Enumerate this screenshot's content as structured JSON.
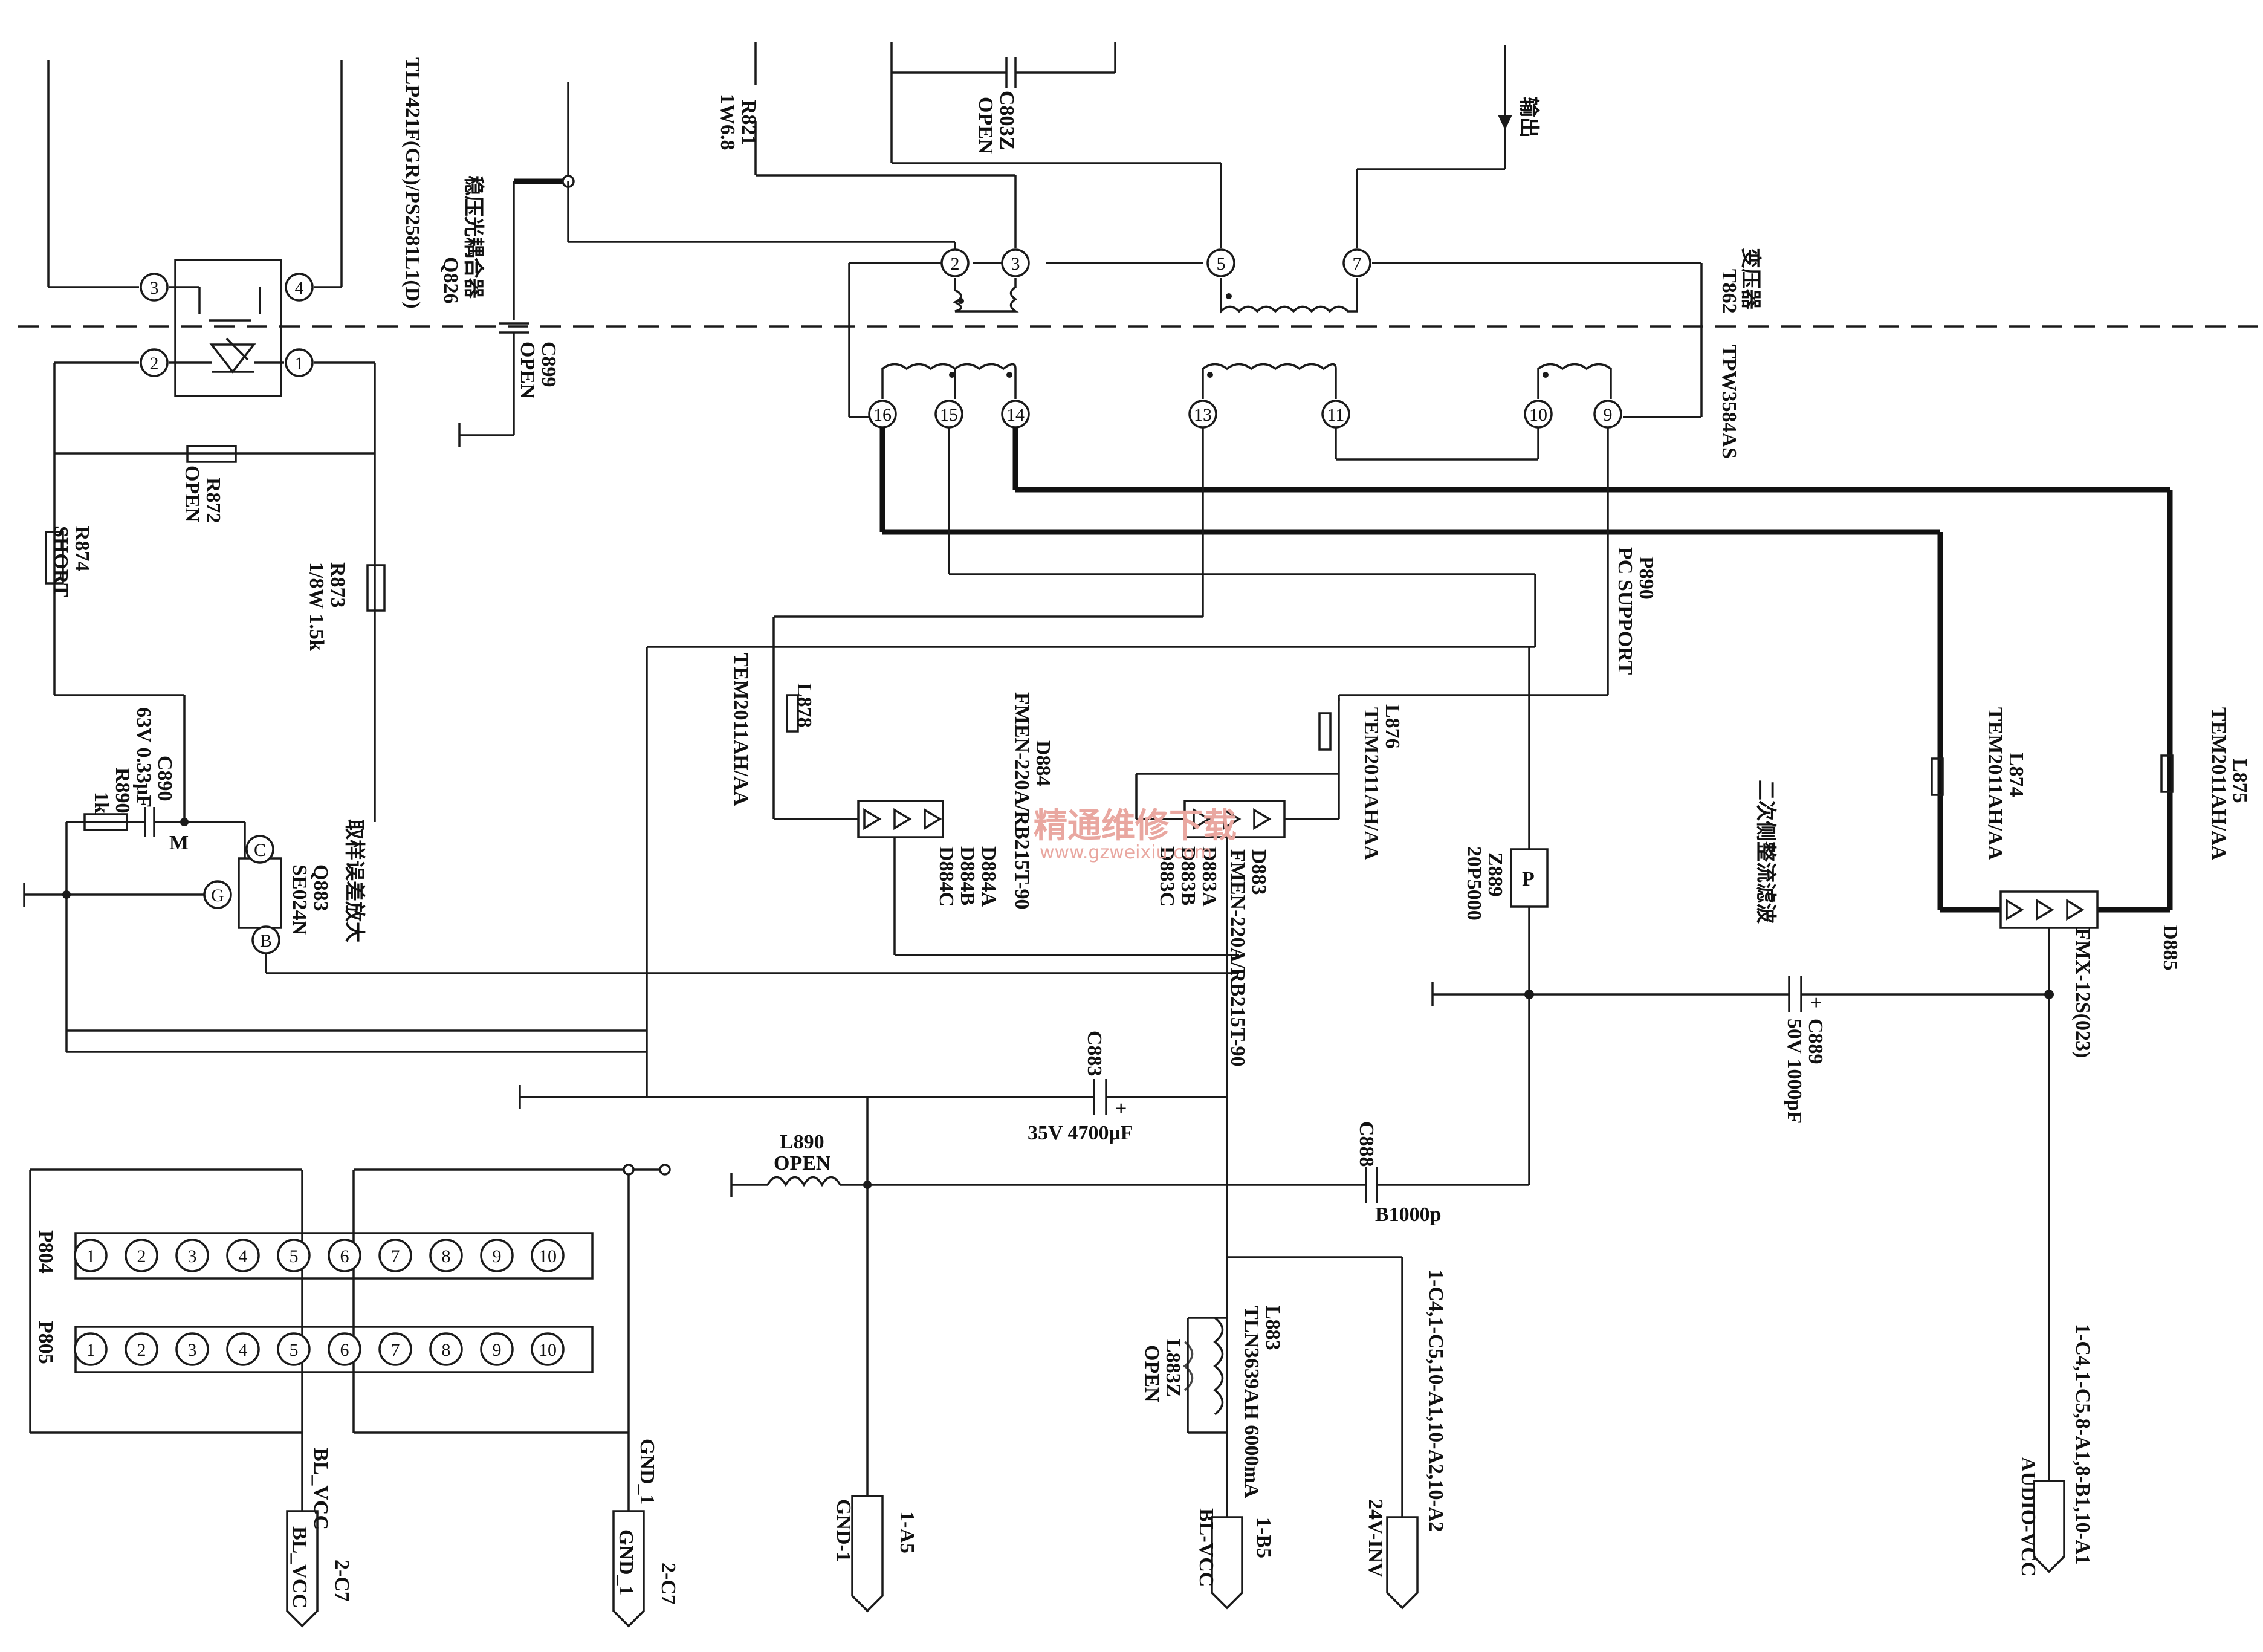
{
  "transformer": {
    "ref": "T862",
    "name_cn": "变压器",
    "part": "TPW3584AS",
    "primary_pins": [
      "2",
      "3",
      "5",
      "7"
    ],
    "secondary_pins": [
      "16",
      "15",
      "14",
      "13",
      "11",
      "10",
      "9"
    ]
  },
  "output_label": "输出",
  "optocoupler": {
    "part": "TLP421F(GR)/PS2581L1(D)",
    "ref": "Q826",
    "name_cn": "稳压光耦合器",
    "pins": [
      "3",
      "4",
      "2",
      "1"
    ]
  },
  "components": {
    "r821": {
      "ref": "R821",
      "value": "1W6.8"
    },
    "c803z": {
      "ref": "C803Z",
      "value": "OPEN"
    },
    "c899": {
      "ref": "C899",
      "value": "OPEN"
    },
    "r872": {
      "ref": "R872",
      "value": "OPEN"
    },
    "r874": {
      "ref": "R874",
      "value": "SHORT"
    },
    "r873": {
      "ref": "R873",
      "value": "1/8W 1.5k"
    },
    "c890": {
      "ref": "C890",
      "value": "63V 0.33μF"
    },
    "r890": {
      "ref": "R890",
      "value": "1k"
    },
    "q883": {
      "ref": "Q883",
      "part": "SE024N",
      "pins": [
        "C",
        "G",
        "B"
      ],
      "pin_m": "M"
    },
    "sampling_label": "取样误差放大",
    "p890": {
      "ref": "P890",
      "value": "PC SUPPORT"
    },
    "l878": {
      "ref": "L878",
      "part": "TEM2011AH/AA"
    },
    "l876": {
      "ref": "L876",
      "part": "TEM2011AH/AA"
    },
    "l874": {
      "ref": "L874",
      "part": "TEM2011AH/AA"
    },
    "l875": {
      "ref": "L875",
      "part": "TEM2011AH/AA"
    },
    "d884": {
      "ref": "D884",
      "part": "FMEN-220A/RB215T-90",
      "subs": [
        "D884A",
        "D884B",
        "D884C"
      ]
    },
    "d883": {
      "ref": "D883",
      "part": "FMEN-220A/RB215T-90",
      "subs": [
        "D883A",
        "D883B",
        "D883C"
      ]
    },
    "z889": {
      "ref": "Z889",
      "value": "20P5000",
      "pin": "P"
    },
    "secondary_label": "二次侧整流滤波",
    "d885": {
      "ref": "D885",
      "part": "FMX-12S(023)"
    },
    "c889": {
      "ref": "C889",
      "value": "50V 1000pF"
    },
    "c883": {
      "ref": "C883",
      "value": "35V 4700μF"
    },
    "c888": {
      "ref": "C888",
      "value": "B1000p"
    },
    "l890": {
      "ref": "L890",
      "value": "OPEN"
    },
    "l883": {
      "ref": "L883",
      "part": "TLN3639AH 6000mA"
    },
    "l883z": {
      "ref": "L883Z",
      "value": "OPEN"
    },
    "polarity": "+"
  },
  "connectors": {
    "p804": {
      "ref": "P804",
      "pins": [
        "1",
        "2",
        "3",
        "4",
        "5",
        "6",
        "7",
        "8",
        "9",
        "10"
      ]
    },
    "p805": {
      "ref": "P805",
      "pins": [
        "1",
        "2",
        "3",
        "4",
        "5",
        "6",
        "7",
        "8",
        "9",
        "10"
      ]
    }
  },
  "nets": {
    "bl_vcc": "BL_VCC",
    "gnd_1": "GND_1",
    "c7": "2-C7",
    "c7b": "2-C7",
    "gnd_net": "GND-1",
    "a5": "1-A5",
    "blvcc_net": "BL-VCC",
    "b5": "1-B5",
    "inv": "24V-INV",
    "inv_refs": "1-C4,1-C5,10-A1,10-A2,10-A2",
    "audio": "AUDIO-VCC",
    "audio_refs": "1-C4,1-C5,8-A1,8-B1,10-A1"
  },
  "watermark": {
    "cn": "精通维修下载",
    "url": "www.gzweixiu.com"
  }
}
